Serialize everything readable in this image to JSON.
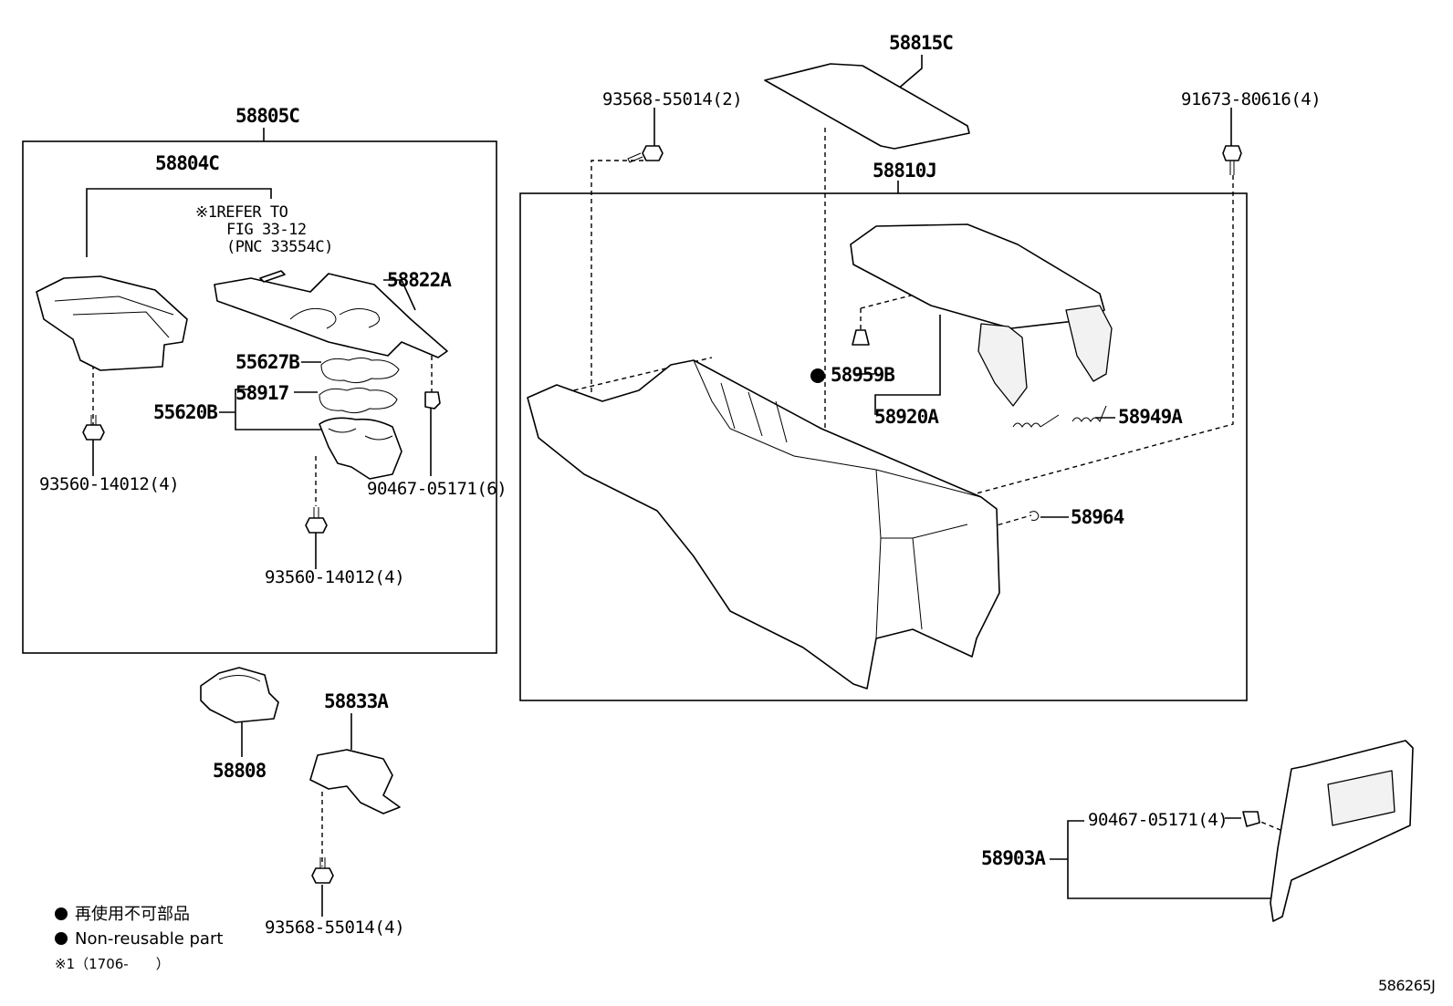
{
  "labels": {
    "l58805C": "58805C",
    "l58804C": "58804C",
    "refer1": "※1REFER TO",
    "refer2": "FIG 33-12",
    "refer3": "(PNC 33554C)",
    "l58822A": "58822A",
    "l55627B": "55627B",
    "l58917": "58917",
    "l55620B": "55620B",
    "l93560a": "93560-14012(4)",
    "l90467a": "90467-05171(6)",
    "l93560b": "93560-14012(4)",
    "l58808": "58808",
    "l58833A": "58833A",
    "l93568b": "93568-55014(4)",
    "l93568a": "93568-55014(2)",
    "l58815C": "58815C",
    "l58810J": "58810J",
    "l91673": "91673-80616(4)",
    "l58959B": "58959B",
    "l58920A": "58920A",
    "l58949A": "58949A",
    "l58964": "58964",
    "l90467b": "90467-05171(4)",
    "l58903A": "58903A",
    "figno": "586265J"
  },
  "legend": {
    "jp": "再使用不可部品",
    "en": "Non-reusable part",
    "note": "※1（1706-　　）"
  }
}
